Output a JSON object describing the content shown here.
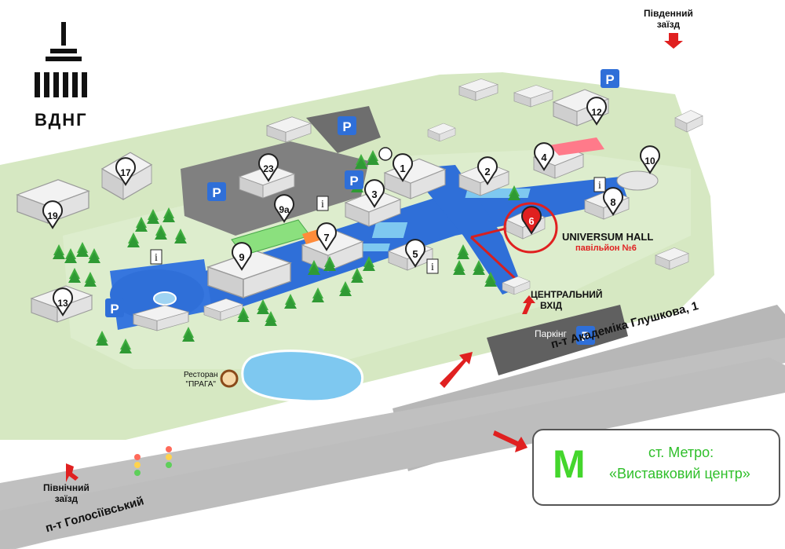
{
  "logo": {
    "text": "ВДНГ"
  },
  "pavilions": [
    "1",
    "2",
    "3",
    "4",
    "5",
    "6",
    "7",
    "8",
    "9",
    "9а",
    "10",
    "12",
    "13",
    "17",
    "19",
    "23"
  ],
  "highlight": {
    "name": "UNIVERSUM HALL",
    "sub": "павільйон №6"
  },
  "entrances": {
    "south": {
      "line1": "Південний",
      "line2": "заїзд"
    },
    "north": {
      "line1": "Північний",
      "line2": "заїзд"
    },
    "central": {
      "line1": "ЦЕНТРАЛЬНИЙ",
      "line2": "ВХІД"
    }
  },
  "parking": {
    "label": "Паркінг",
    "symbol": "P"
  },
  "info_symbol": "i",
  "restaurant": {
    "line1": "Ресторан",
    "line2": "\"ПРАГА\""
  },
  "roads": {
    "main": "п-т Академіка Глушкова, 1",
    "west": "п-т Голосіївський"
  },
  "metro": {
    "symbol": "M",
    "line1": "ст. Метро:",
    "line2": "«Виставковий центр»"
  },
  "colors": {
    "ground": "#d6e8c2",
    "blue": "#2f6fd8",
    "road": "#b4b4b4",
    "red": "#e02020",
    "metro_green": "#44d62c",
    "tree": "#3fae3f"
  }
}
